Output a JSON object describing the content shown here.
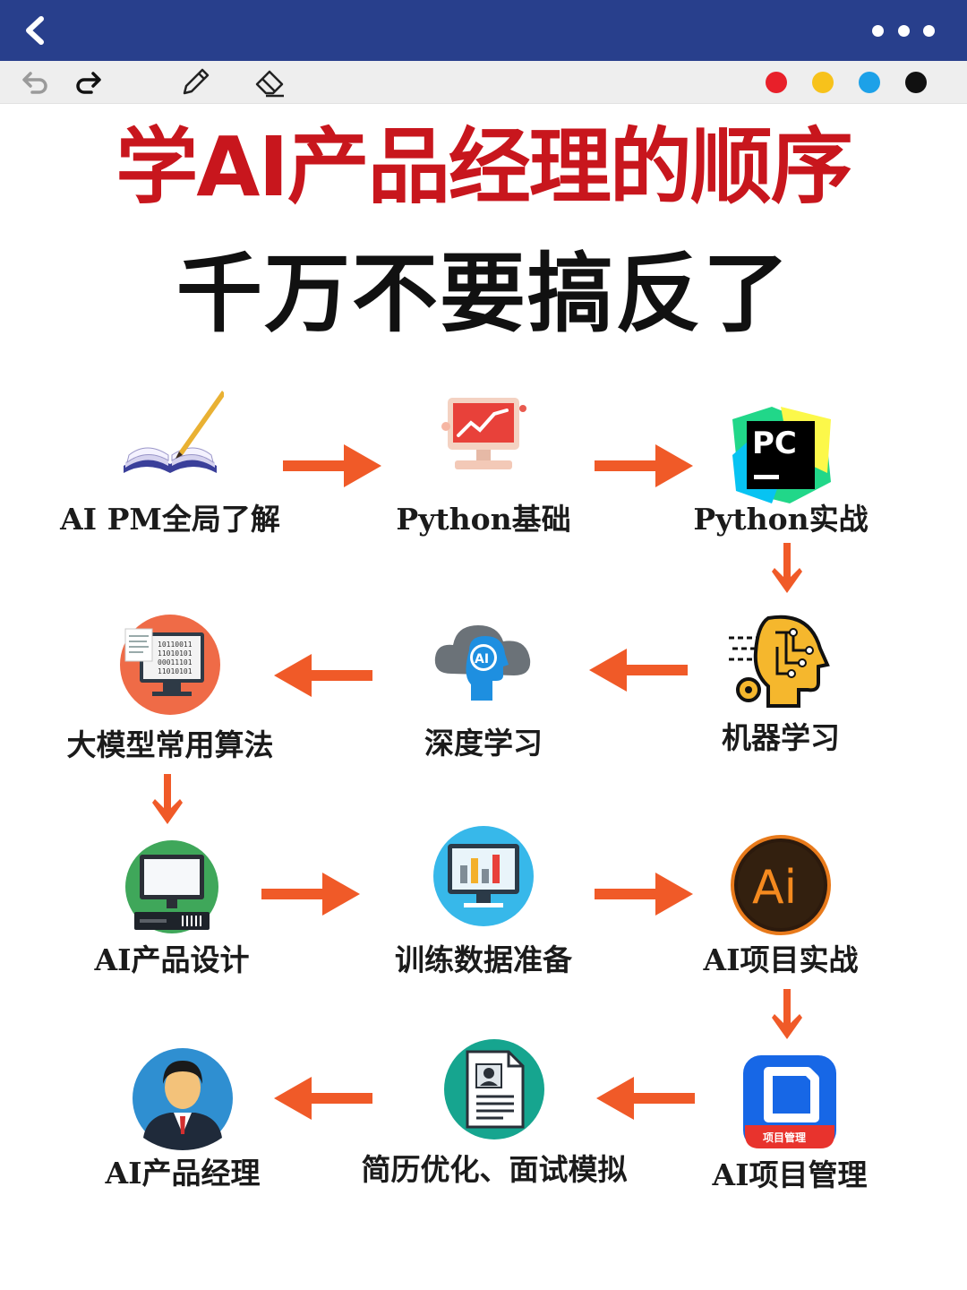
{
  "nav": {
    "back_icon": "chevron-left-icon",
    "more_icon": "more-horizontal-icon"
  },
  "toolbar": {
    "tools": [
      "undo-icon",
      "redo-icon",
      "pencil-icon",
      "eraser-icon"
    ],
    "colors": [
      "#e8202a",
      "#f7c21b",
      "#1da1e8",
      "#111111"
    ]
  },
  "title": {
    "main": "学AI产品经理的顺序",
    "sub": "千万不要搞反了"
  },
  "accent": "#f05a28",
  "steps": [
    {
      "label": "AI PM全局了解",
      "icon": "book-pencil-icon"
    },
    {
      "label": "Python基础",
      "icon": "monitor-chart-icon"
    },
    {
      "label": "Python实战",
      "icon": "pycharm-icon"
    },
    {
      "label": "机器学习",
      "icon": "ai-head-gears-icon"
    },
    {
      "label": "深度学习",
      "icon": "cloud-ai-head-icon"
    },
    {
      "label": "大模型常用算法",
      "icon": "binary-monitor-icon"
    },
    {
      "label": "AI产品设计",
      "icon": "desktop-computer-icon"
    },
    {
      "label": "训练数据准备",
      "icon": "bar-chart-monitor-icon"
    },
    {
      "label": "AI项目实战",
      "icon": "adobe-illustrator-icon"
    },
    {
      "label": "AI项目管理",
      "icon": "project-management-icon"
    },
    {
      "label": "简历优化、面试模拟",
      "icon": "resume-document-icon"
    },
    {
      "label": "AI产品经理",
      "icon": "businessman-avatar-icon"
    }
  ]
}
